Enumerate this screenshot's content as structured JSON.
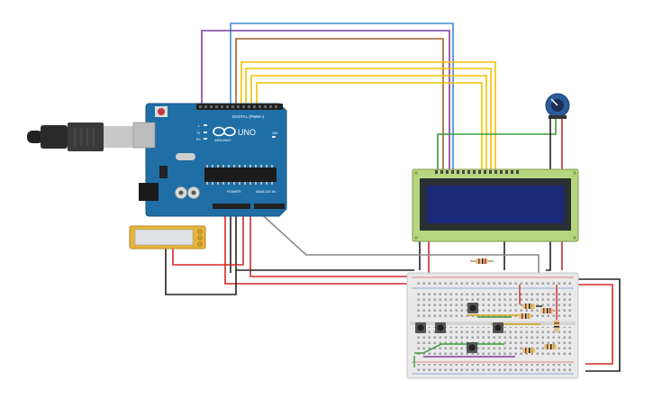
{
  "arduino": {
    "brand": "ARDUINO",
    "model": "UNO",
    "digital_label": "DIGITAL (PWM~)",
    "power_label": "POWER",
    "analog_label": "ANALOG IN",
    "led_labels": [
      "L",
      "TX",
      "RX"
    ],
    "on_label": "ON"
  },
  "colors": {
    "board": "#1f6fa6",
    "lcd_frame": "#b6d67e",
    "lcd_screen": "#1c2a7a",
    "breadboard": "#e9e9e9",
    "wire_yellow": "#f2c200",
    "wire_red": "#d62828",
    "wire_green": "#3a9a3a",
    "wire_purple": "#7a3fa0",
    "wire_brown": "#a0612c",
    "wire_blue": "#3a8ed6",
    "wire_gray": "#8a8a8a",
    "wire_black": "#222222"
  },
  "icons": {
    "usb": "usb-cable-icon",
    "potentiometer": "potentiometer-icon",
    "buzzer": "piezo-buzzer-icon"
  }
}
